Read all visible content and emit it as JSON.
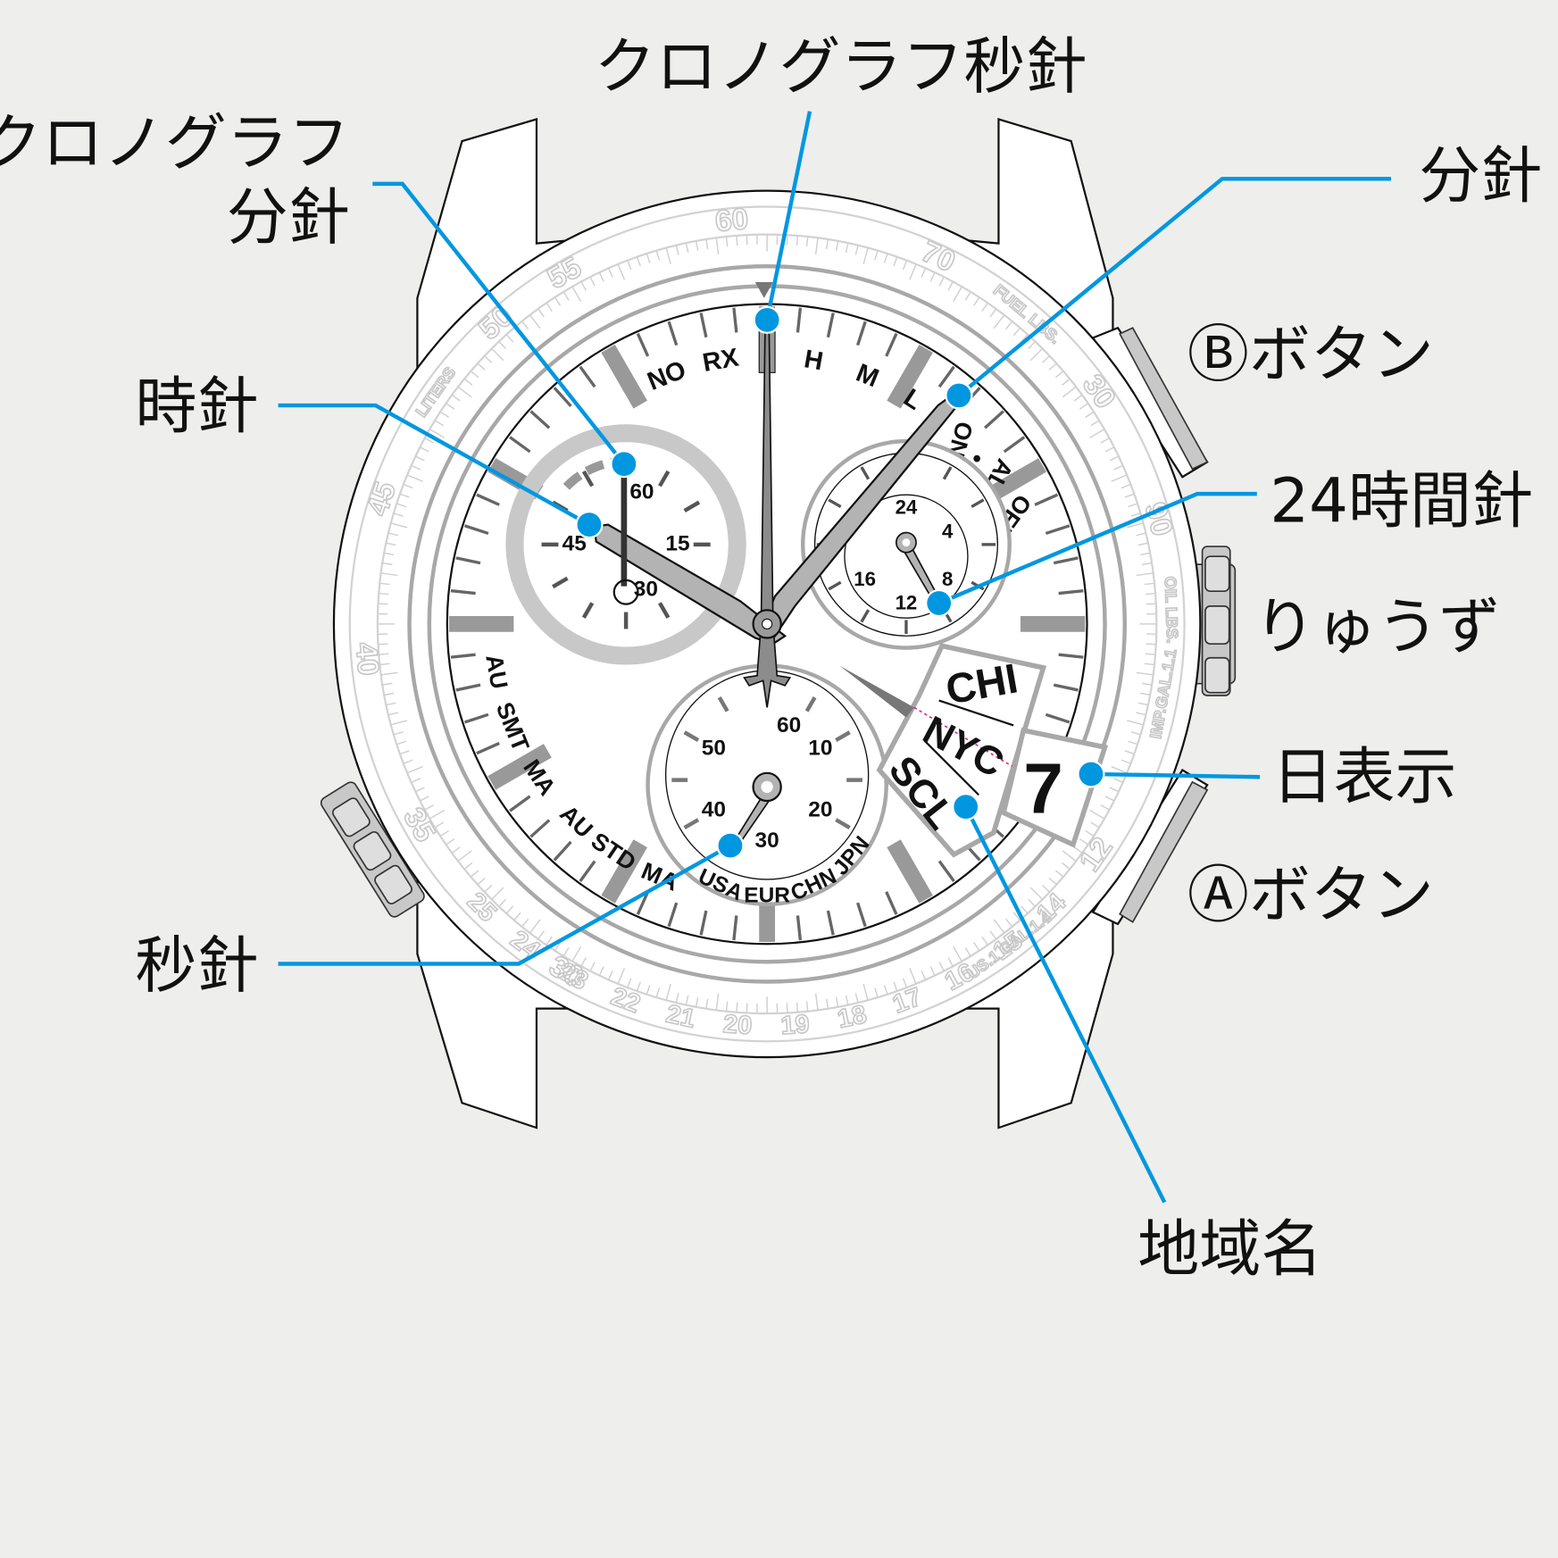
{
  "colors": {
    "background": "#eeeeed",
    "leader": "#0097e0",
    "hand": "#b3b3b3",
    "dial_grey": "#9a9a9a"
  },
  "labels": {
    "chrono_second": "クロノグラフ秒針",
    "chrono_minute_line1": "クロノグラフ",
    "chrono_minute_line2": "分針",
    "minute": "分針",
    "button_b": "Ⓑボタン",
    "hour": "時針",
    "hour24": "24時間針",
    "crown": "りゅうず",
    "date": "日表示",
    "button_a": "Ⓐボタン",
    "second": "秒針",
    "city": "地域名"
  },
  "dial": {
    "top_marks": [
      "NO",
      "RX",
      "H",
      "M",
      "L"
    ],
    "alarm": [
      "ON",
      "•",
      "ALM",
      "OFF"
    ],
    "left_marks": [
      "AU",
      "SMT",
      "MA",
      "AU",
      "STD",
      "MA"
    ],
    "left_subdial": [
      "60",
      "15",
      "30",
      "45"
    ],
    "right_subdial": [
      "24",
      "4",
      "8",
      "12",
      "16"
    ],
    "bottom_subdial": [
      "60",
      "10",
      "20",
      "30",
      "40",
      "50"
    ],
    "bottom_regions": [
      "USA",
      "EUR",
      "CHN",
      "JPN"
    ],
    "cities": [
      "CHI",
      "NYC",
      "SCL"
    ],
    "date_value": "7"
  },
  "bezel": {
    "outer": [
      "55",
      "60",
      "70",
      "FUEL LBS.",
      "30",
      "90",
      "OIL LBS.",
      "IMP.GAL.1.1",
      "12",
      "US.1 GAL.1.4",
      "30",
      "35",
      "40",
      "45",
      "LITERS",
      "50"
    ],
    "inner": [
      "14",
      "15",
      "16",
      "17",
      "18",
      "19",
      "20",
      "21",
      "22",
      "23",
      "24",
      "25"
    ]
  }
}
